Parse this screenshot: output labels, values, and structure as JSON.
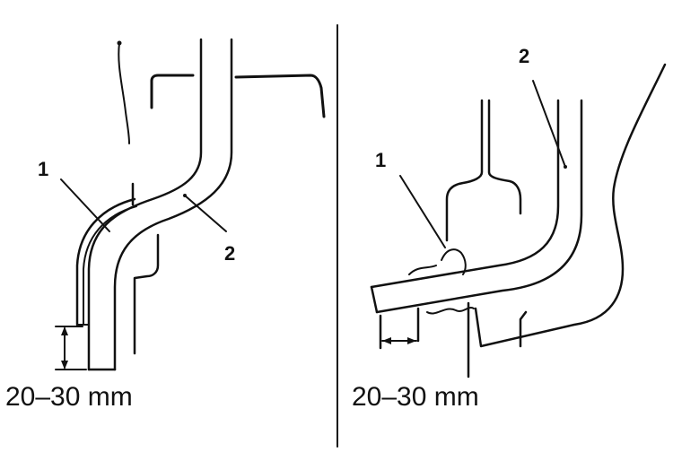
{
  "left_panel": {
    "callout_1": "1",
    "callout_2": "2",
    "dimension": "20–30 mm"
  },
  "right_panel": {
    "callout_1": "1",
    "callout_2": "2",
    "dimension": "20–30 mm"
  }
}
